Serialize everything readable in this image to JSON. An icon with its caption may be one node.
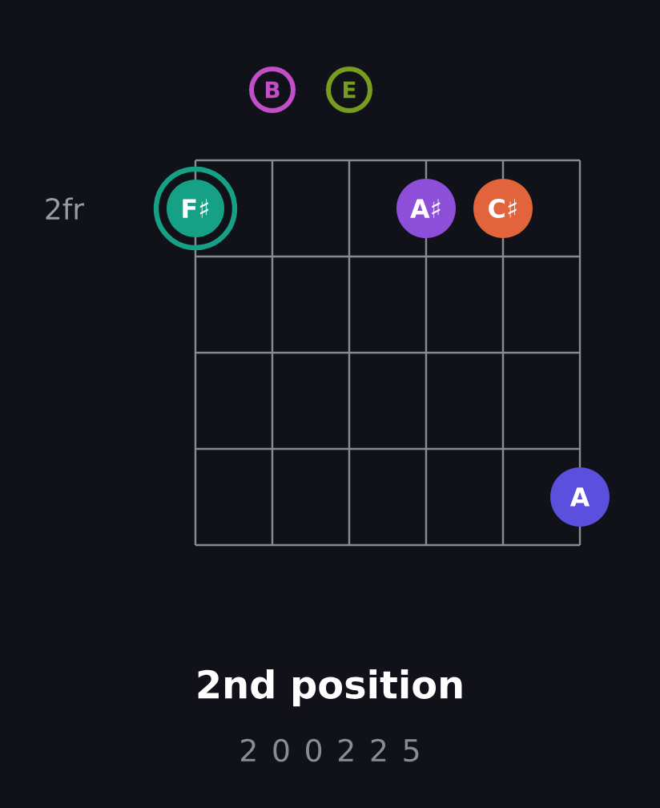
{
  "diagram": {
    "title": "2nd position",
    "caption": "2 0 0 2 2 5",
    "nodes": [
      {
        "text": [
          "B"
        ]
      },
      {
        "text": [
          "E"
        ]
      },
      {
        "text": [
          "F♯"
        ]
      },
      {
        "text": [
          "A♯"
        ]
      },
      {
        "text": [
          "C♯"
        ]
      },
      {
        "text": [
          "A"
        ]
      }
    ],
    "labels": [
      "2fr"
    ]
  }
}
